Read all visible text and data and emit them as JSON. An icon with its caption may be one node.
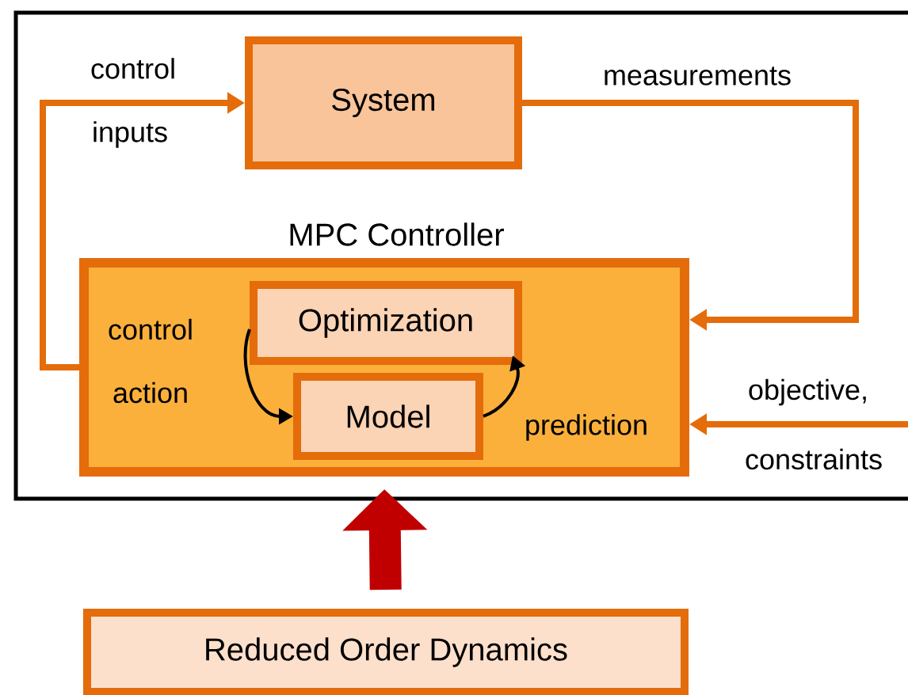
{
  "diagram": {
    "nodes": [
      {
        "text": [
          "System"
        ]
      },
      {
        "text": [
          "MPC Controller"
        ]
      },
      {
        "text": [
          "Optimization"
        ],
        "in": 1
      },
      {
        "text": [
          "Model"
        ],
        "in": 1
      },
      {
        "text": [
          "Reduced Order Dynamics"
        ]
      }
    ],
    "edges": [
      {
        "from": 1,
        "to": 0,
        "arrow": "to",
        "label": "control inputs",
        "color": "#e46c0a"
      },
      {
        "from": 0,
        "to": 1,
        "arrow": "to",
        "label": "measurements",
        "color": "#e46c0a"
      },
      {
        "from": 2,
        "to": 3,
        "arrow": "to",
        "label": "control action",
        "color": "#000000"
      },
      {
        "from": 3,
        "to": 2,
        "arrow": "to",
        "label": "prediction",
        "color": "#000000"
      },
      {
        "from": null,
        "to": 1,
        "arrow": "to",
        "label": "objective, constraints",
        "color": "#e46c0a"
      },
      {
        "from": 4,
        "to": 1,
        "arrow": "to",
        "style": "thick",
        "color": "#c00000"
      }
    ]
  }
}
